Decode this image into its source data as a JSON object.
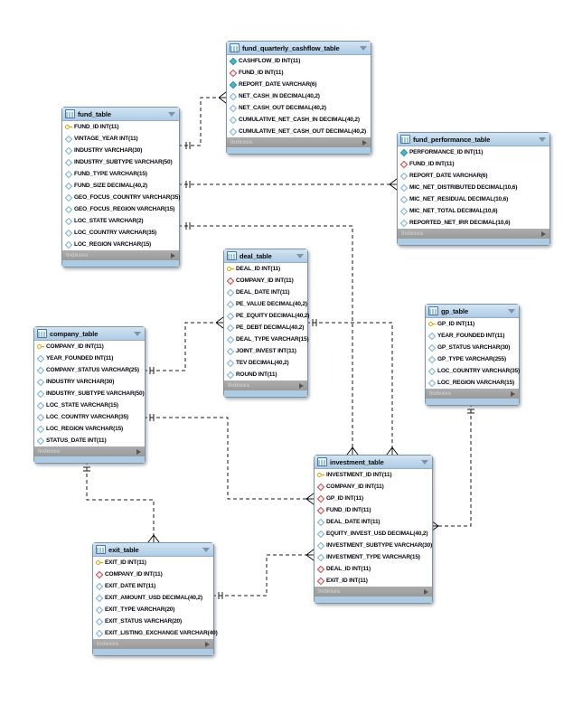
{
  "tables": {
    "fund_quarterly_cashflow_table": {
      "title": "fund_quarterly_cashflow_table",
      "footer": "Indexes",
      "columns": [
        {
          "icon": "fill",
          "label": "CASHFLOW_ID INT(11)"
        },
        {
          "icon": "fk",
          "label": "FUND_ID INT(11)"
        },
        {
          "icon": "fill",
          "label": "REPORT_DATE VARCHAR(6)"
        },
        {
          "icon": "out",
          "label": "NET_CASH_IN DECIMAL(40,2)"
        },
        {
          "icon": "out",
          "label": "NET_CASH_OUT DECIMAL(40,2)"
        },
        {
          "icon": "out",
          "label": "CUMULATIVE_NET_CASH_IN DECIMAL(40,2)"
        },
        {
          "icon": "out",
          "label": "CUMULATIVE_NET_CASH_OUT DECIMAL(40,2)"
        }
      ]
    },
    "fund_table": {
      "title": "fund_table",
      "footer": "Indexes",
      "columns": [
        {
          "icon": "key",
          "label": "FUND_ID INT(11)"
        },
        {
          "icon": "out",
          "label": "VINTAGE_YEAR INT(11)"
        },
        {
          "icon": "out",
          "label": "INDUSTRY VARCHAR(30)"
        },
        {
          "icon": "out",
          "label": "INDUSTRY_SUBTYPE VARCHAR(50)"
        },
        {
          "icon": "out",
          "label": "FUND_TYPE VARCHAR(15)"
        },
        {
          "icon": "out",
          "label": "FUND_SIZE DECIMAL(40,2)"
        },
        {
          "icon": "out",
          "label": "GEO_FOCUS_COUNTRY VARCHAR(35)"
        },
        {
          "icon": "out",
          "label": "GEO_FOCUS_REGION VARCHAR(15)"
        },
        {
          "icon": "out",
          "label": "LOC_STATE VARCHAR(2)"
        },
        {
          "icon": "out",
          "label": "LOC_COUNTRY VARCHAR(35)"
        },
        {
          "icon": "out",
          "label": "LOC_REGION VARCHAR(15)"
        }
      ]
    },
    "fund_performance_table": {
      "title": "fund_performance_table",
      "footer": "Indexes",
      "columns": [
        {
          "icon": "fill",
          "label": "PERFORMANCE_ID INT(11)"
        },
        {
          "icon": "fk",
          "label": "FUND_ID INT(11)"
        },
        {
          "icon": "out",
          "label": "REPORT_DATE VARCHAR(6)"
        },
        {
          "icon": "out",
          "label": "MIC_NET_DISTRIBUTED DECIMAL(10,6)"
        },
        {
          "icon": "out",
          "label": "MIC_NET_RESIDUAL DECIMAL(10,6)"
        },
        {
          "icon": "out",
          "label": "MIC_NET_TOTAL DECIMAL(10,6)"
        },
        {
          "icon": "out",
          "label": "REPORTED_NET_IRR DECIMAL(10,6)"
        }
      ]
    },
    "deal_table": {
      "title": "deal_table",
      "footer": "Indexes",
      "columns": [
        {
          "icon": "key",
          "label": "DEAL_ID INT(11)"
        },
        {
          "icon": "fk",
          "label": "COMPANY_ID INT(11)"
        },
        {
          "icon": "out",
          "label": "DEAL_DATE INT(11)"
        },
        {
          "icon": "out",
          "label": "PE_VALUE DECIMAL(40,2)"
        },
        {
          "icon": "out",
          "label": "PE_EQUITY DECIMAL(40,2)"
        },
        {
          "icon": "out",
          "label": "PE_DEBT DECIMAL(40,2)"
        },
        {
          "icon": "out",
          "label": "DEAL_TYPE VARCHAR(15)"
        },
        {
          "icon": "out",
          "label": "JOINT_INVEST INT(11)"
        },
        {
          "icon": "out",
          "label": "TEV DECIMAL(40,2)"
        },
        {
          "icon": "out",
          "label": "ROUND INT(11)"
        }
      ]
    },
    "gp_table": {
      "title": "gp_table",
      "footer": "Indexes",
      "columns": [
        {
          "icon": "key",
          "label": "GP_ID INT(11)"
        },
        {
          "icon": "out",
          "label": "YEAR_FOUNDED INT(11)"
        },
        {
          "icon": "out",
          "label": "GP_STATUS VARCHAR(30)"
        },
        {
          "icon": "out",
          "label": "GP_TYPE VARCHAR(255)"
        },
        {
          "icon": "out",
          "label": "LOC_COUNTRY VARCHAR(35)"
        },
        {
          "icon": "out",
          "label": "LOC_REGION VARCHAR(15)"
        }
      ]
    },
    "company_table": {
      "title": "company_table",
      "footer": "Indexes",
      "columns": [
        {
          "icon": "key",
          "label": "COMPANY_ID INT(11)"
        },
        {
          "icon": "out",
          "label": "YEAR_FOUNDED INT(11)"
        },
        {
          "icon": "out",
          "label": "COMPANY_STATUS VARCHAR(25)"
        },
        {
          "icon": "out",
          "label": "INDUSTRY VARCHAR(30)"
        },
        {
          "icon": "out",
          "label": "INDUSTRY_SUBTYPE VARCHAR(50)"
        },
        {
          "icon": "out",
          "label": "LOC_STATE VARCHAR(15)"
        },
        {
          "icon": "out",
          "label": "LOC_COUNTRY VARCHAR(35)"
        },
        {
          "icon": "out",
          "label": "LOC_REGION VARCHAR(15)"
        },
        {
          "icon": "out",
          "label": "STATUS_DATE INT(11)"
        }
      ]
    },
    "investment_table": {
      "title": "investment_table",
      "footer": "Indexes",
      "columns": [
        {
          "icon": "key",
          "label": "INVESTMENT_ID INT(11)"
        },
        {
          "icon": "fk",
          "label": "COMPANY_ID INT(11)"
        },
        {
          "icon": "fk",
          "label": "GP_ID INT(11)"
        },
        {
          "icon": "fk",
          "label": "FUND_ID INT(11)"
        },
        {
          "icon": "out",
          "label": "DEAL_DATE INT(11)"
        },
        {
          "icon": "out",
          "label": "EQUITY_INVEST_USD DECIMAL(40,2)"
        },
        {
          "icon": "out",
          "label": "INVESTMENT_SUBTYPE VARCHAR(30)"
        },
        {
          "icon": "out",
          "label": "INVESTMENT_TYPE VARCHAR(15)"
        },
        {
          "icon": "fk",
          "label": "DEAL_ID INT(11)"
        },
        {
          "icon": "fk",
          "label": "EXIT_ID INT(11)"
        }
      ]
    },
    "exit_table": {
      "title": "exit_table",
      "footer": "Indexes",
      "columns": [
        {
          "icon": "key",
          "label": "EXIT_ID INT(11)"
        },
        {
          "icon": "fk",
          "label": "COMPANY_ID INT(11)"
        },
        {
          "icon": "out",
          "label": "EXIT_DATE INT(11)"
        },
        {
          "icon": "out",
          "label": "EXIT_AMOUNT_USD DECIMAL(40,2)"
        },
        {
          "icon": "out",
          "label": "EXIT_TYPE VARCHAR(20)"
        },
        {
          "icon": "out",
          "label": "EXIT_STATUS VARCHAR(20)"
        },
        {
          "icon": "out",
          "label": "EXIT_LISTING_EXCHANGE VARCHAR(40)"
        }
      ]
    }
  },
  "connections": [
    {
      "one": "fund_table",
      "many": "fund_quarterly_cashflow_table"
    },
    {
      "one": "fund_table",
      "many": "fund_performance_table"
    },
    {
      "one": "fund_table",
      "many": "investment_table"
    },
    {
      "one": "deal_table",
      "many": "investment_table"
    },
    {
      "one": "company_table",
      "many": "deal_table"
    },
    {
      "one": "company_table",
      "many": "investment_table"
    },
    {
      "one": "company_table",
      "many": "exit_table"
    },
    {
      "one": "gp_table",
      "many": "investment_table"
    },
    {
      "one": "exit_table",
      "many": "investment_table"
    }
  ],
  "colors": {
    "header_blue": "#aecbe4",
    "indexes_gray": "#9e9e9e",
    "pk_key_yellow": "#dba700",
    "fk_red": "#cc4444",
    "notnull_teal": "#49b8c8",
    "line_black": "#1a1a1a"
  }
}
